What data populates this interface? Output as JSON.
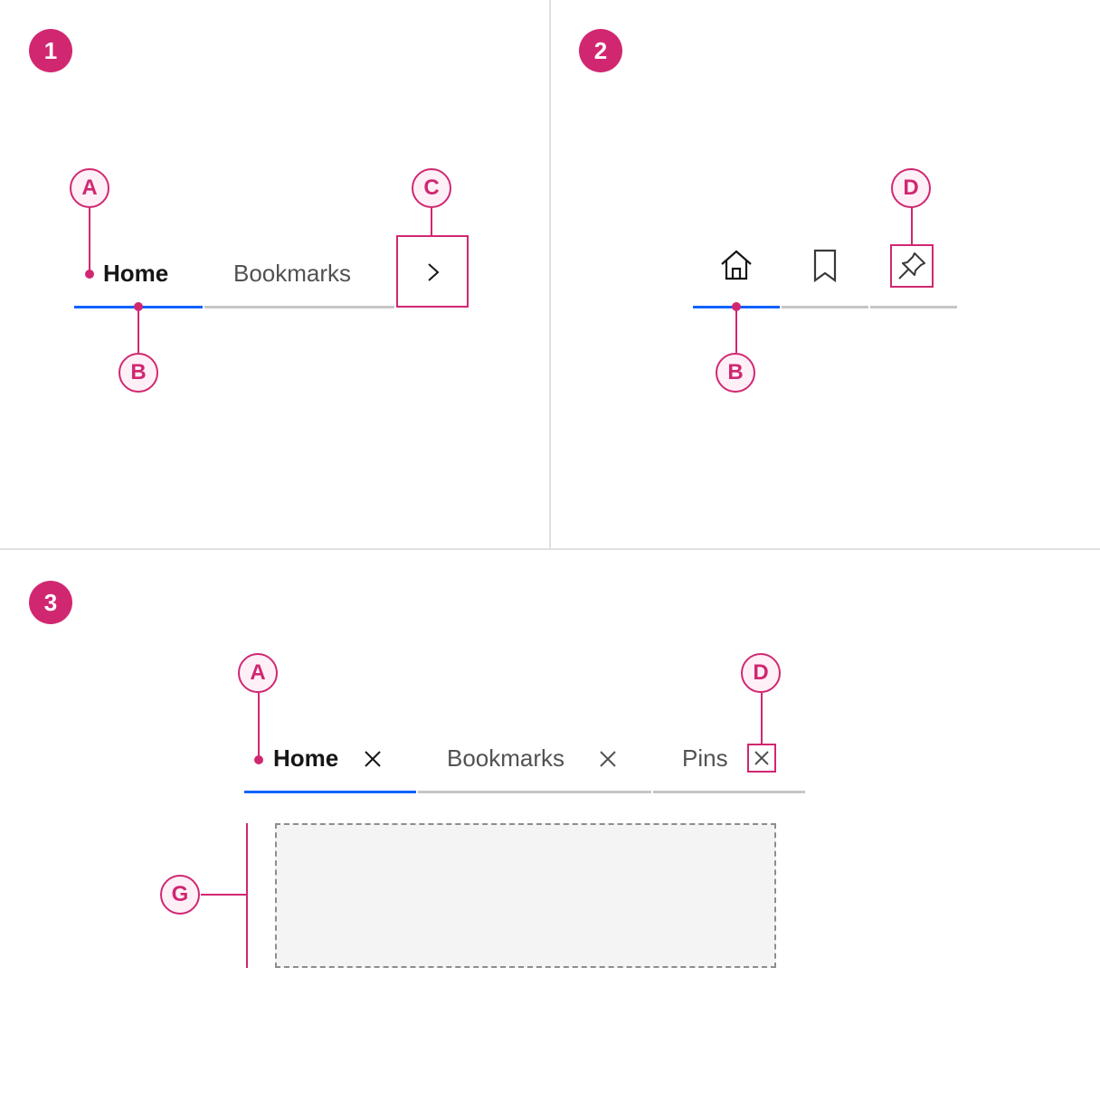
{
  "sections": [
    "1",
    "2",
    "3"
  ],
  "section1": {
    "tabs": [
      {
        "label": "Home",
        "active": true
      },
      {
        "label": "Bookmarks",
        "active": false
      }
    ],
    "callouts": {
      "a": "A",
      "b": "B",
      "c": "C"
    },
    "overflow_icon": "chevron-right-icon"
  },
  "section2": {
    "tabs": [
      {
        "icon": "home-icon",
        "active": true
      },
      {
        "icon": "bookmark-icon",
        "active": false
      },
      {
        "icon": "pin-icon",
        "active": false
      }
    ],
    "callouts": {
      "b": "B",
      "d": "D"
    }
  },
  "section3": {
    "tabs": [
      {
        "label": "Home",
        "active": true
      },
      {
        "label": "Bookmarks",
        "active": false
      },
      {
        "label": "Pins",
        "active": false
      }
    ],
    "close_icon": "close-icon",
    "callouts": {
      "a": "A",
      "d": "D",
      "g": "G"
    }
  },
  "colors": {
    "annotation": "#d12771",
    "active_tab": "#0f62fe",
    "inactive_tab": "#c6c6c6",
    "content_fill": "#f4f4f4"
  }
}
